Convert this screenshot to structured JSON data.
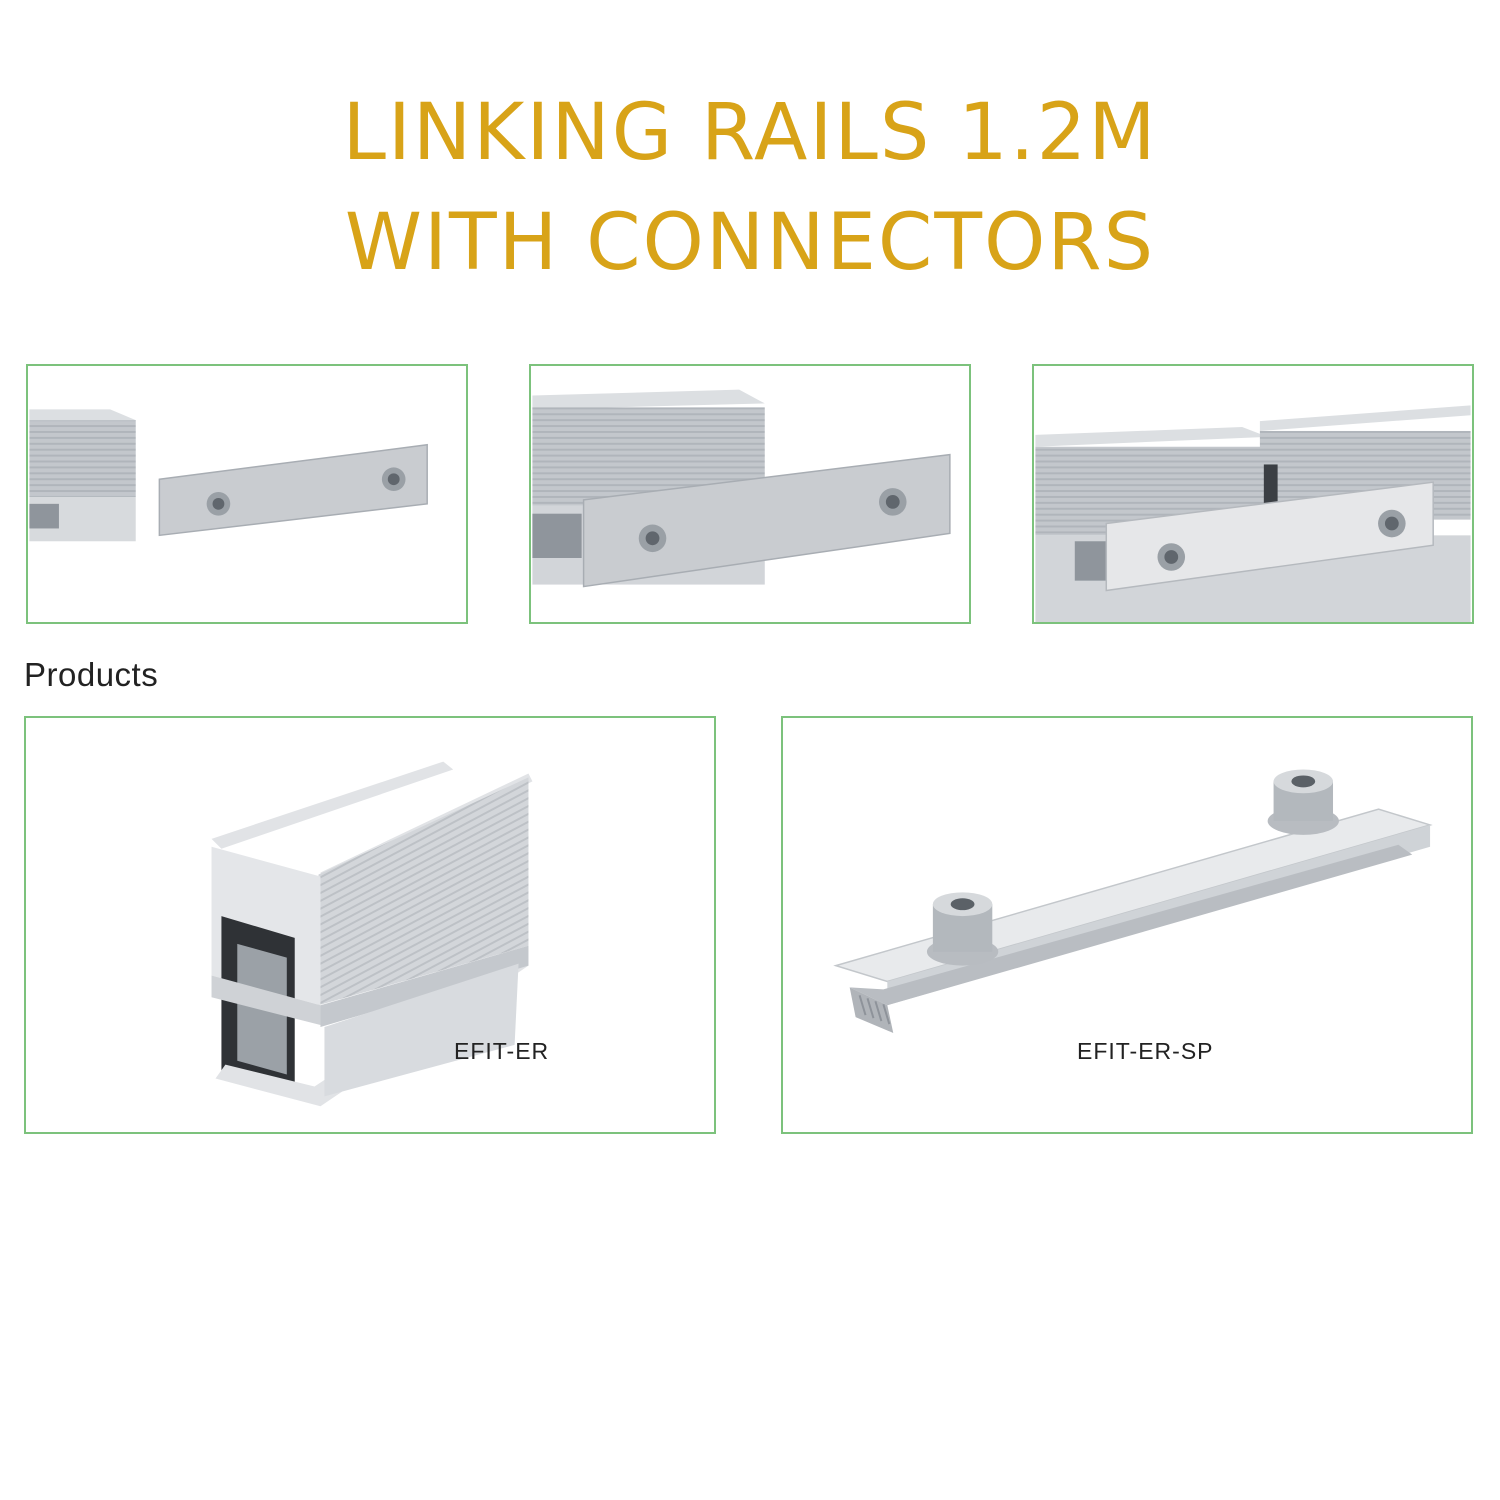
{
  "title": {
    "line1": "LINKING RAILS 1.2M",
    "line2": "WITH CONNECTORS"
  },
  "steps": [
    {
      "image": "rail-and-separate-connector"
    },
    {
      "image": "connector-sliding-into-rail"
    },
    {
      "image": "two-rails-joined-by-connector"
    }
  ],
  "products_label": "Products",
  "products": [
    {
      "code": "EFIT-ER",
      "image": "aluminium-rail-profile"
    },
    {
      "code": "EFIT-ER-SP",
      "image": "splice-connector-with-bolts"
    }
  ],
  "colors": {
    "title": "#d8a318",
    "frame_border": "#7cc27c",
    "aluminium": "#c9ccd0"
  }
}
